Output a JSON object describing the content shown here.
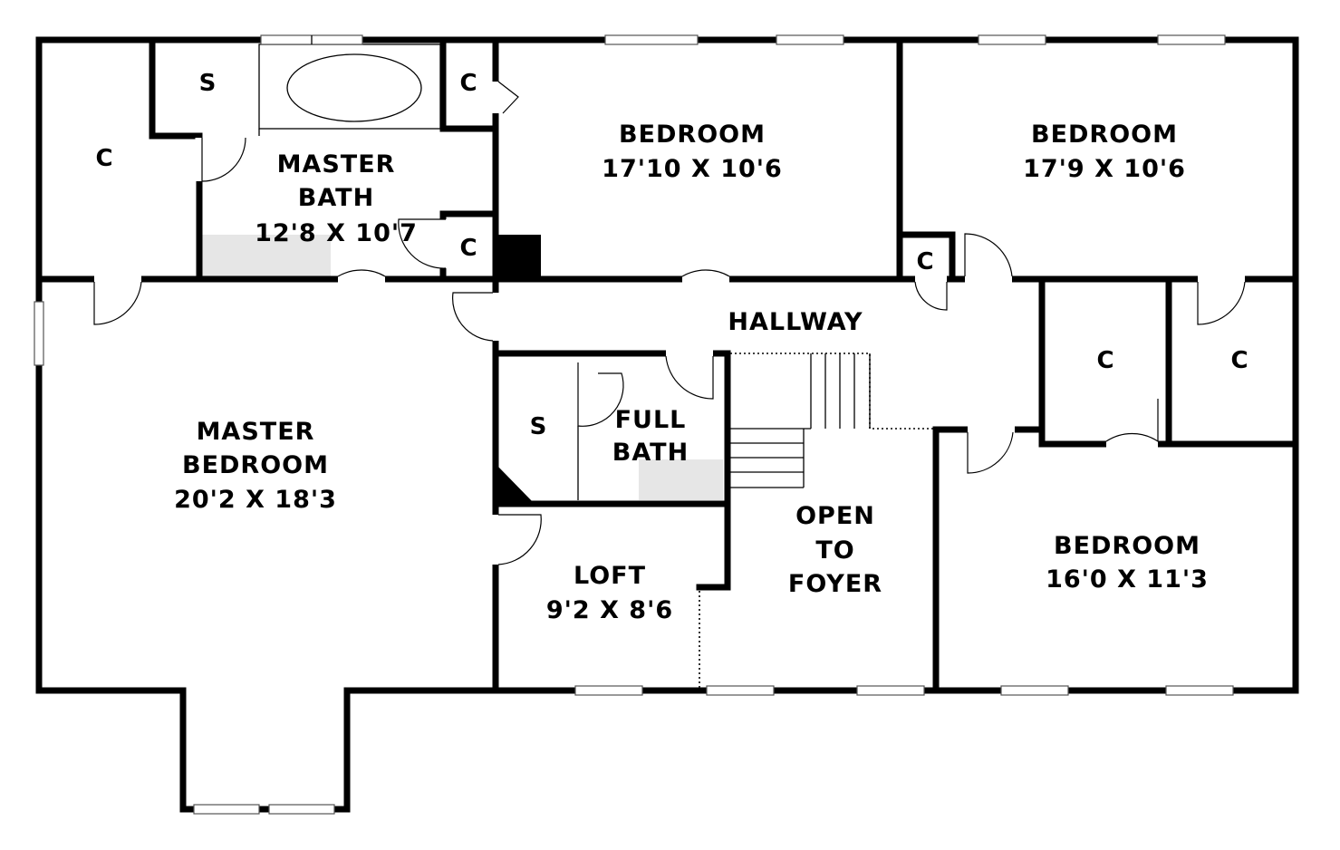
{
  "rooms": {
    "bedroom_1": {
      "name": "BEDROOM",
      "size": "17'10 X 10'6"
    },
    "bedroom_2": {
      "name": "BEDROOM",
      "size": "17'9 X 10'6"
    },
    "bedroom_3": {
      "name": "BEDROOM",
      "size": "16'0 X 11'3"
    },
    "master_bath": {
      "line1": "MASTER",
      "line2": "BATH",
      "size": "12'8 X 10'7"
    },
    "master_bedroom": {
      "line1": "MASTER",
      "line2": "BEDROOM",
      "size": "20'2 X 18'3"
    },
    "hallway": {
      "name": "HALLWAY"
    },
    "full_bath": {
      "line1": "FULL",
      "line2": "BATH"
    },
    "loft": {
      "name": "LOFT",
      "size": "9'2 X 8'6"
    },
    "open_to_foyer": {
      "line1": "OPEN",
      "line2": "TO",
      "line3": "FOYER"
    }
  },
  "closet_label": "C",
  "shower_label": "S"
}
